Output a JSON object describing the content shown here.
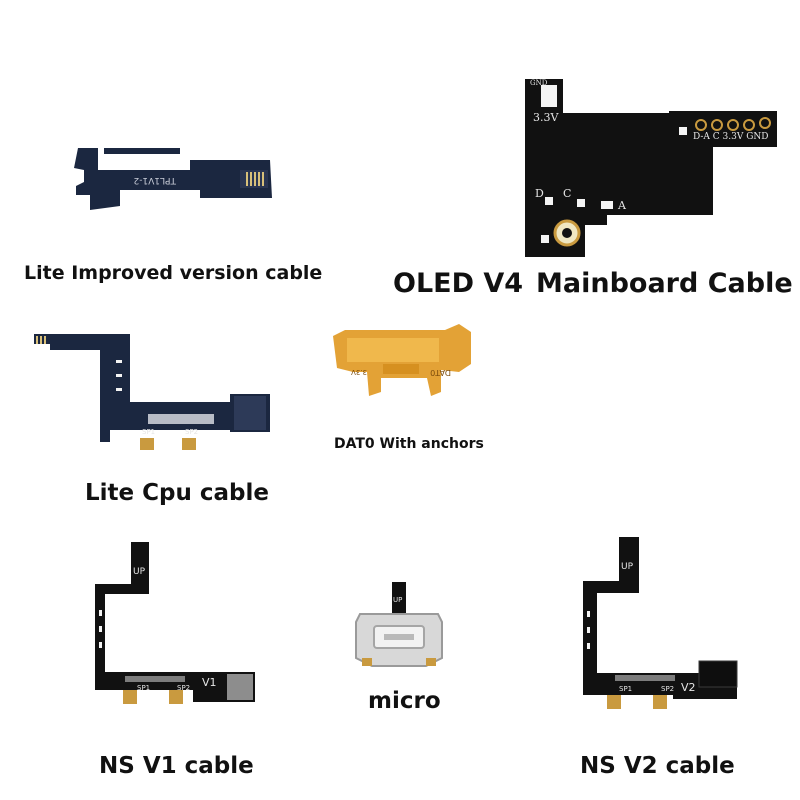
{
  "captions": {
    "lite_improved": "Lite Improved version cable",
    "oled_v4": "OLED V4",
    "mainboard": "Mainboard Cable",
    "lite_cpu": "Lite Cpu cable",
    "dat0": "DAT0 With anchors",
    "micro": "micro",
    "ns_v1": "NS V1 cable",
    "ns_v2": "NS V2 cable"
  },
  "silkscreen": {
    "lite_improved_label": "TPL1V1-2",
    "oled_gnd_top": "GND",
    "oled_33v_left": "3.3V",
    "oled_pin_labels": "D-A C 3.3V GND",
    "oled_d": "D",
    "oled_c": "C",
    "oled_a": "A",
    "lite_cpu_sp1": "SP1",
    "lite_cpu_sp2": "SP2",
    "dat0_left": "3.3V",
    "dat0_right": "DAT0",
    "v1_up": "UP",
    "v1_sp1": "SP1",
    "v1_sp2": "SP2",
    "v1_mark": "V1",
    "micro_up": "UP",
    "v2_up": "UP",
    "v2_sp1": "SP1",
    "v2_sp2": "SP2",
    "v2_mark": "V2"
  },
  "colors": {
    "pcb_black": "#111111",
    "pcb_navy": "#1b2740",
    "flex_orange": "#e3a236",
    "gold_pad": "#c99a3f"
  }
}
